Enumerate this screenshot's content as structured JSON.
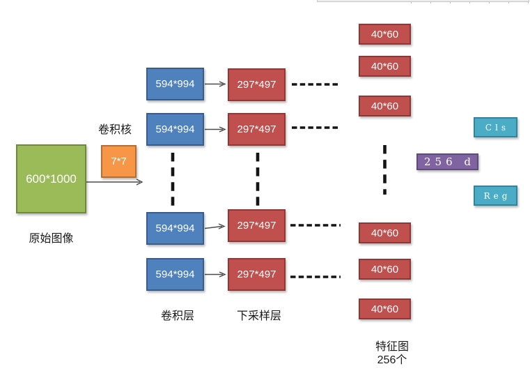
{
  "diagram": {
    "title_hint": "CNN feature extraction pipeline",
    "input": {
      "label": "600*1000",
      "caption": "原始图像"
    },
    "kernel": {
      "label": "7*7",
      "caption": "卷积核"
    },
    "conv": {
      "caption": "卷积层",
      "boxes": [
        "594*994",
        "594*994",
        "594*994",
        "594*994"
      ]
    },
    "pool": {
      "caption": "下采样层",
      "boxes": [
        "297*497",
        "297*497",
        "297*497",
        "297*497"
      ]
    },
    "features": {
      "caption_line1": "特征图",
      "caption_line2": "256个",
      "boxes": [
        "40*60",
        "40*60",
        "40*60",
        "40*60",
        "40*60",
        "40*60"
      ]
    },
    "fc": {
      "label": "256 d"
    },
    "cls": {
      "label": "Cls"
    },
    "reg": {
      "label": "Reg"
    }
  },
  "colors": {
    "input_fill": "#9bbb59",
    "input_border": "#71893f",
    "kernel_fill": "#f79646",
    "kernel_border": "#b66d31",
    "conv_fill": "#4f81bd",
    "conv_border": "#385d8a",
    "pool_fill": "#c0504d",
    "pool_border": "#943634",
    "feature_fill": "#c0504d",
    "feature_border": "#8c3836",
    "fc_fill": "#8064a2",
    "fc_border": "#5f4b77",
    "head_fill": "#4bacc6",
    "head_border": "#31849b",
    "arrow": "#4a4a4a",
    "dash": "#141414",
    "box_text": "#ffffff",
    "caption_text": "#1a1a1a"
  }
}
